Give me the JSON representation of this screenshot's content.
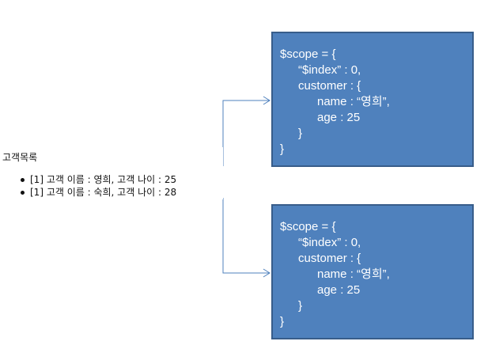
{
  "list_panel": {
    "title": "고객목록",
    "items": [
      "[1] 고객 이름 : 영희, 고객 나이 : 25",
      "[1] 고객 이름 : 숙희, 고객 나이 : 28"
    ]
  },
  "scope_boxes": [
    {
      "line1": "$scope = {",
      "line2": "“$index” : 0,",
      "line3": "customer : {",
      "line4": "name : “영희”,",
      "line5": "age : 25",
      "line6": "}",
      "line7": "}"
    },
    {
      "line1": "$scope = {",
      "line2": "“$index” : 0,",
      "line3": "customer : {",
      "line4": "name : “영희”,",
      "line5": "age : 25",
      "line6": "}",
      "line7": "}"
    }
  ],
  "colors": {
    "box_fill": "#4f81bd",
    "box_border": "#385d8a",
    "connector": "#4f81bd"
  }
}
